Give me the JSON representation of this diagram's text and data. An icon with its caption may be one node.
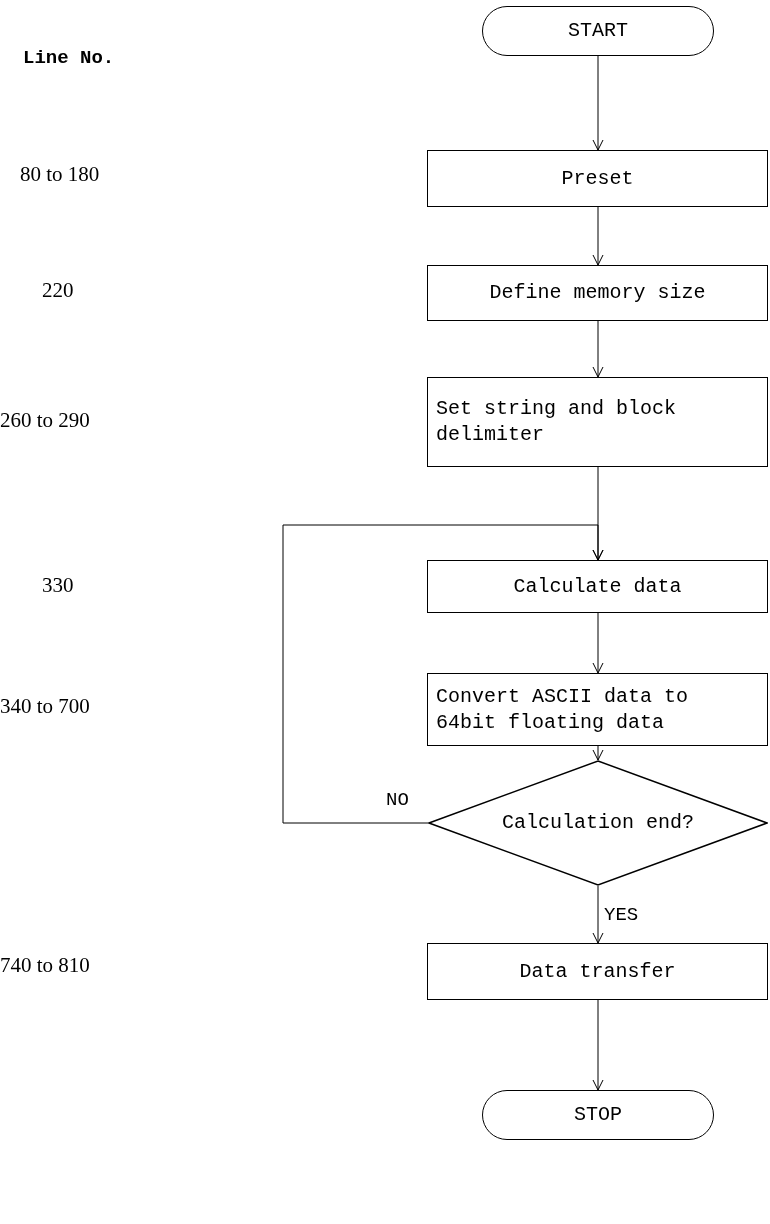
{
  "diagram": {
    "nodes": [
      {
        "text": [
          "START"
        ]
      },
      {
        "text": [
          "Preset"
        ]
      },
      {
        "text": [
          "Define memory size"
        ]
      },
      {
        "text": [
          "Set string and block delimiter"
        ]
      },
      {
        "text": [
          "Calculate data"
        ]
      },
      {
        "text": [
          "Convert ASCII data to 64bit floating data"
        ]
      },
      {
        "text": [
          "Calculation end?"
        ]
      },
      {
        "text": [
          "Data transfer"
        ]
      },
      {
        "text": [
          "STOP"
        ]
      }
    ],
    "edges": [
      {
        "from": 0,
        "to": 1,
        "arrow": "to"
      },
      {
        "from": 1,
        "to": 2,
        "arrow": "to"
      },
      {
        "from": 2,
        "to": 3,
        "arrow": "to"
      },
      {
        "from": 3,
        "to": 4,
        "arrow": "to"
      },
      {
        "from": 4,
        "to": 5,
        "arrow": "to"
      },
      {
        "from": 5,
        "to": 6,
        "arrow": "to"
      },
      {
        "from": 6,
        "to": 4,
        "arrow": "to",
        "label": "NO"
      },
      {
        "from": 6,
        "to": 7,
        "arrow": "to",
        "label": "YES"
      },
      {
        "from": 7,
        "to": 8,
        "arrow": "to"
      }
    ],
    "labels": [
      "Line No.",
      "80 to 180",
      "220",
      "260 to 290",
      "330",
      "340 to 700",
      "740 to 810"
    ]
  }
}
